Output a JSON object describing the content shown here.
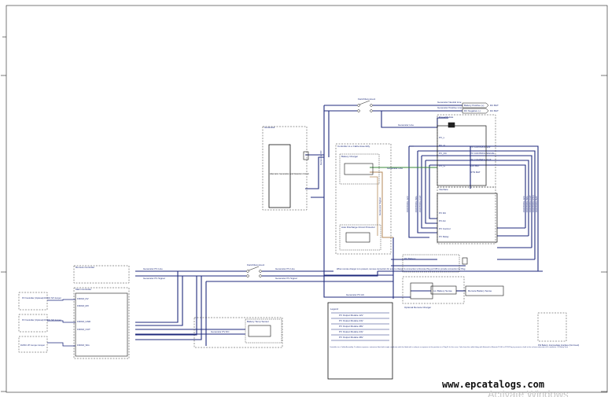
{
  "website": "www.epcatalogs.com",
  "watermark": "Activate Windows",
  "colors": {
    "navy": "#1f2a7c",
    "green": "#3a8a3a",
    "tan": "#b58a5a",
    "black": "#111111"
  },
  "boxes": {
    "generator_small": "Generator",
    "generator_inner": "Alternator Generation and Detection Circuit",
    "cable_assembly": "Controller to e Cable Assembly",
    "inner_top": "Battery Charger",
    "inner_bottom": "Auto Discharge Circuit Protector",
    "module_top": "PowerModule",
    "module_mid": "Interface",
    "remote_controller": "Remote Controller",
    "main_controller": "Main Controller",
    "bottom_small": "Battery Temp Sensor",
    "optional_charger": "Optional Remote Charger",
    "lin_battery": "Lin Battery Sense",
    "remote_battery": "Remote Battery Sense",
    "legend_header": "Legend",
    "right_small": "FW Battery Intermediate Interface (Not Used)",
    "pv1": "PV Controller (Optional) DV/DC SP Jumper",
    "pv2": "PV Controller (Optional) DV/DC SP Jumper",
    "pv3": "DV/DC VP Jumper Jumper"
  },
  "switches": {
    "top": "Field Disconnect",
    "mid": "Field Disconnect"
  },
  "top_right_tags": [
    "Battery Positive (+)",
    "DC Negative (-)"
  ],
  "top_right_suffix": [
    "DC BAT",
    "DC BAT"
  ],
  "notes": {
    "charger": "When remote charger is to present, remove connection for auto to charger & connection to Remote Plug at FCB to provide connection for Plug.",
    "legend": "Controller to e Cable Assembly. To obtain response, extension fitted with single conductor with the fitted with a relay to a response to the positive in a Plug B. In this case, Color from the cable fitting with External to Remote PLUG in PCB Plug to prevent or fault in the or bare extension of a conductor. #6 Relay Vout"
  },
  "legend_rows": [
    "PV Output Module 12V",
    "PV Output Module 24V",
    "PV Output Module 48V",
    "PV Output Module 24V",
    "PV Output Module 48V"
  ],
  "wire_labels": {
    "top_bus": "Generator Line",
    "top_right_a": "Generator Neutral Line",
    "top_right_b": "Generator Positive Line",
    "vert_a": "Generator DC",
    "vert_b": "Generator Signal",
    "mid_bus_a": "Generator PV Line",
    "mid_bus_b": "Generator PV Signal",
    "lower_a": "Generator PV AC",
    "lower_b": "Generator PV DC"
  },
  "pins_main": [
    "FROM_DV",
    "FROM_MV",
    "FROM_GND",
    "FROM_OUT",
    "FROM_SIG"
  ],
  "pins_pm": [
    "PV_L",
    "PV_N",
    "PV_DC",
    "PV_G"
  ],
  "pins_right": [
    "PV CONTROL 12V",
    "PV CONTROL SIGNAL",
    "PV CONTROL OUT",
    "12V BAT",
    "RTN BAT"
  ],
  "pins_iface": [
    "PV DC",
    "PV AC",
    "PV Control",
    "PV Relay",
    "PV Battery"
  ],
  "vert_tags": [
    "CONTROL 12V",
    "CONTROL SIG",
    "CONTROL OUT",
    "CONTROL RTN",
    "CONTROL BAT"
  ]
}
